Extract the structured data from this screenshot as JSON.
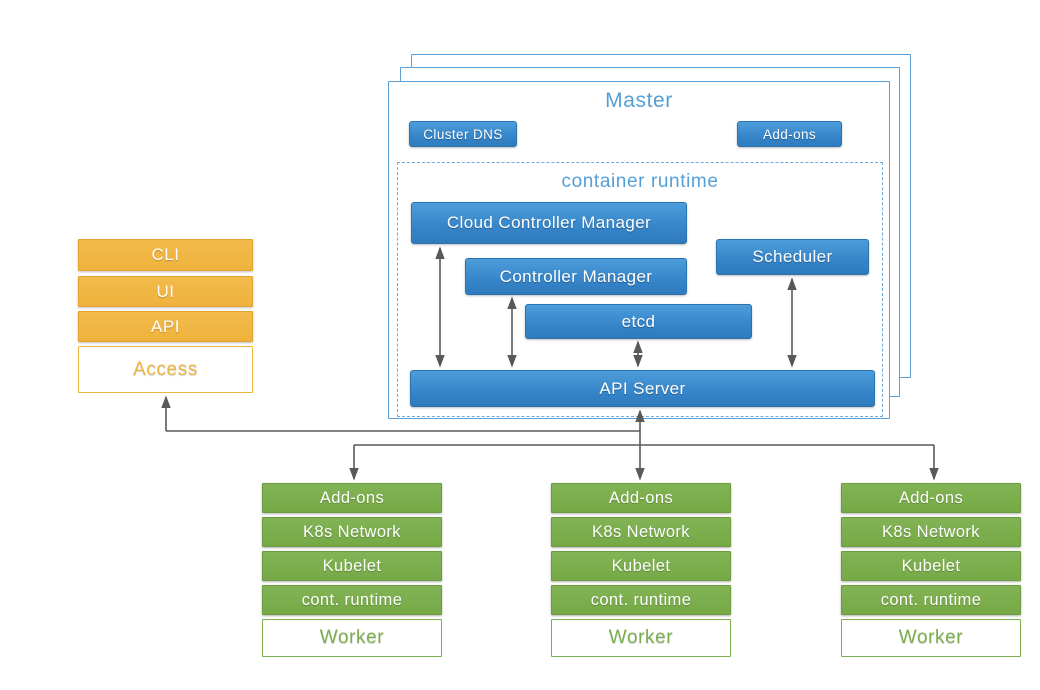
{
  "palette": {
    "blue_border": "#5B9FD4",
    "blue_fill_top": "#4E9DDA",
    "blue_fill_bottom": "#2E7ABD",
    "blue_title_text": "#54A0D6",
    "orange_fill": "#F0B441",
    "green_fill": "#7BAE4D",
    "arrow_gray": "#595959",
    "box_text": "#FFFFFF"
  },
  "master": {
    "title": "Master",
    "buttons": {
      "cluster_dns": "Cluster DNS",
      "addons": "Add-ons"
    },
    "container_runtime": {
      "title": "container runtime",
      "cloud_controller_manager": "Cloud Controller Manager",
      "controller_manager": "Controller Manager",
      "etcd": "etcd",
      "scheduler": "Scheduler",
      "api_server": "API Server"
    }
  },
  "access_stack": {
    "items": [
      "CLI",
      "UI",
      "API"
    ],
    "label": "Access"
  },
  "workers": [
    {
      "rows": [
        "Add-ons",
        "K8s Network",
        "Kubelet",
        "cont. runtime"
      ],
      "label": "Worker"
    },
    {
      "rows": [
        "Add-ons",
        "K8s Network",
        "Kubelet",
        "cont. runtime"
      ],
      "label": "Worker"
    },
    {
      "rows": [
        "Add-ons",
        "K8s Network",
        "Kubelet",
        "cont. runtime"
      ],
      "label": "Worker"
    }
  ]
}
